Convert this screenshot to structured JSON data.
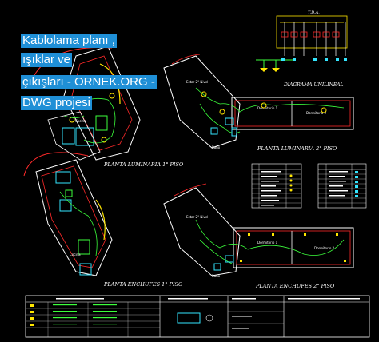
{
  "banner": {
    "line1": "Kablolama planı ,",
    "line2": "ışıklar ve",
    "line3": "çıkışları - ORNEK.ORG -",
    "line4": "DWG projesi"
  },
  "plans": {
    "luminaria_1": "PLANTA  LUMINARIA  1° PISO",
    "luminaria_2": "PLANTA  LUMINARIA  2° PISO",
    "enchufes_1": "PLANTA  ENCHUFES  1° PISO",
    "enchufes_2": "PLANTA  ENCHUFES  2° PISO",
    "diagrama": "DIAGRAMA  UNILINEAL",
    "tda": "T.D.A."
  },
  "rooms": {
    "estar_1": "Estar 2° Nivel",
    "estar_2": "Estar 2° Nivel",
    "dorm1_a": "Dormitorio 1",
    "dorm2_a": "Dormitorio 2",
    "dorm1_b": "Dormitorio 1",
    "dorm2_b": "Dormitorio 2",
    "cocina_a": "Cocina",
    "cocina_b": "Cocina",
    "bano_a": "Baño",
    "bano_b": "Baño"
  },
  "colors": {
    "walls": "#ffffff",
    "red_lines": "#ff2a2a",
    "wiring": "#3cff3c",
    "cyan": "#33e6ff",
    "yellow": "#ffe600",
    "banner_bg": "#1f8fd6"
  }
}
